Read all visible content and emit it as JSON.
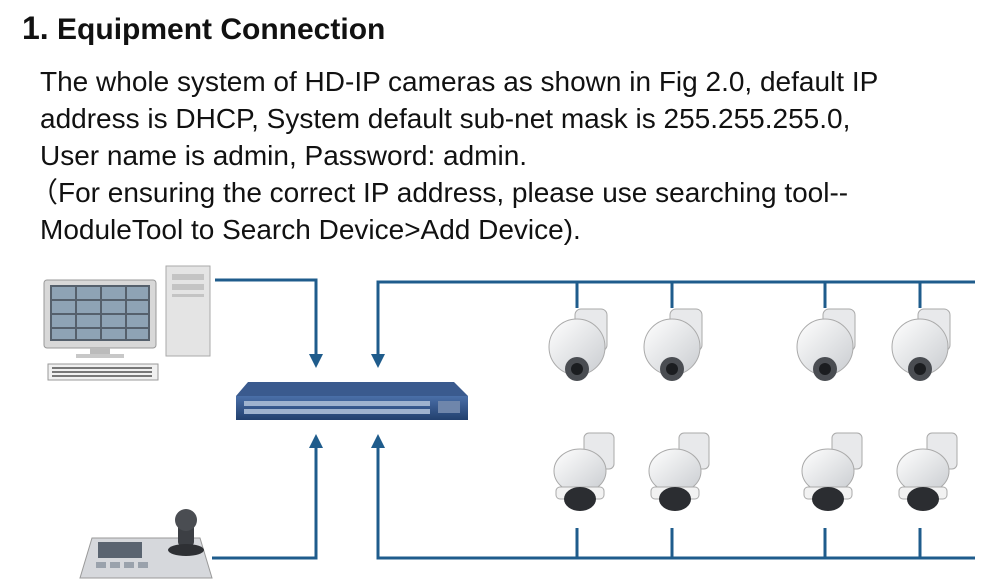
{
  "section": {
    "number": "1.",
    "title": "Equipment Connection"
  },
  "paragraph": {
    "line1": "The whole system of HD-IP cameras as shown in Fig 2.0, default IP",
    "line2": "address is DHCP, System default sub-net mask is 255.255.255.0,",
    "line3": "User name is admin, Password: admin.",
    "line4": "（For ensuring the correct IP address, please use searching tool--",
    "line5": "ModuleTool to Search Device>Add Device)."
  },
  "diagram": {
    "line_color": "#1f5c8c",
    "switch_color": "#2d4f84",
    "devices": {
      "pc": "computer-icon",
      "switch": "network-switch-icon",
      "keyboard": "ptz-keyboard-controller-icon",
      "speed_dome": "ptz-speed-dome-camera-icon",
      "mini_dome": "mini-ptz-dome-camera-icon"
    }
  }
}
